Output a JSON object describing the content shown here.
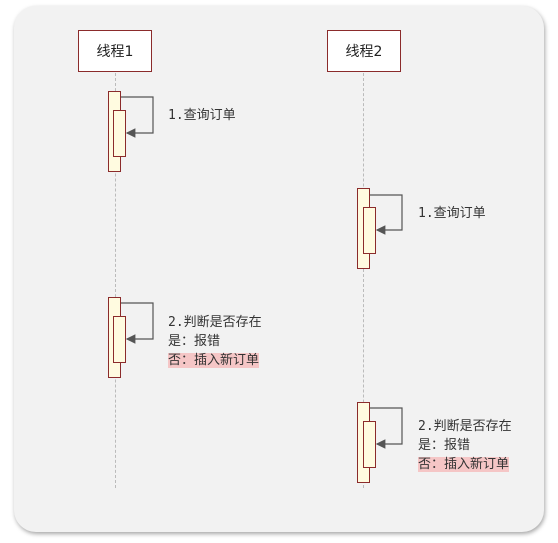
{
  "participants": [
    {
      "label": "线程1"
    },
    {
      "label": "线程2"
    }
  ],
  "messages": [
    {
      "lines": [
        "1.查询订单"
      ]
    },
    {
      "lines": [
        "1.查询订单"
      ]
    },
    {
      "lines": [
        "2.判断是否存在",
        "是：报错",
        "否：插入新订单"
      ]
    },
    {
      "lines": [
        "2.判断是否存在",
        "是：报错",
        "否：插入新订单"
      ]
    }
  ],
  "colors": {
    "border": "#8b2b2b",
    "activation_fill": "#fffbe0",
    "highlight": "#f5c6c6",
    "lifeline": "#bbbbbb"
  }
}
